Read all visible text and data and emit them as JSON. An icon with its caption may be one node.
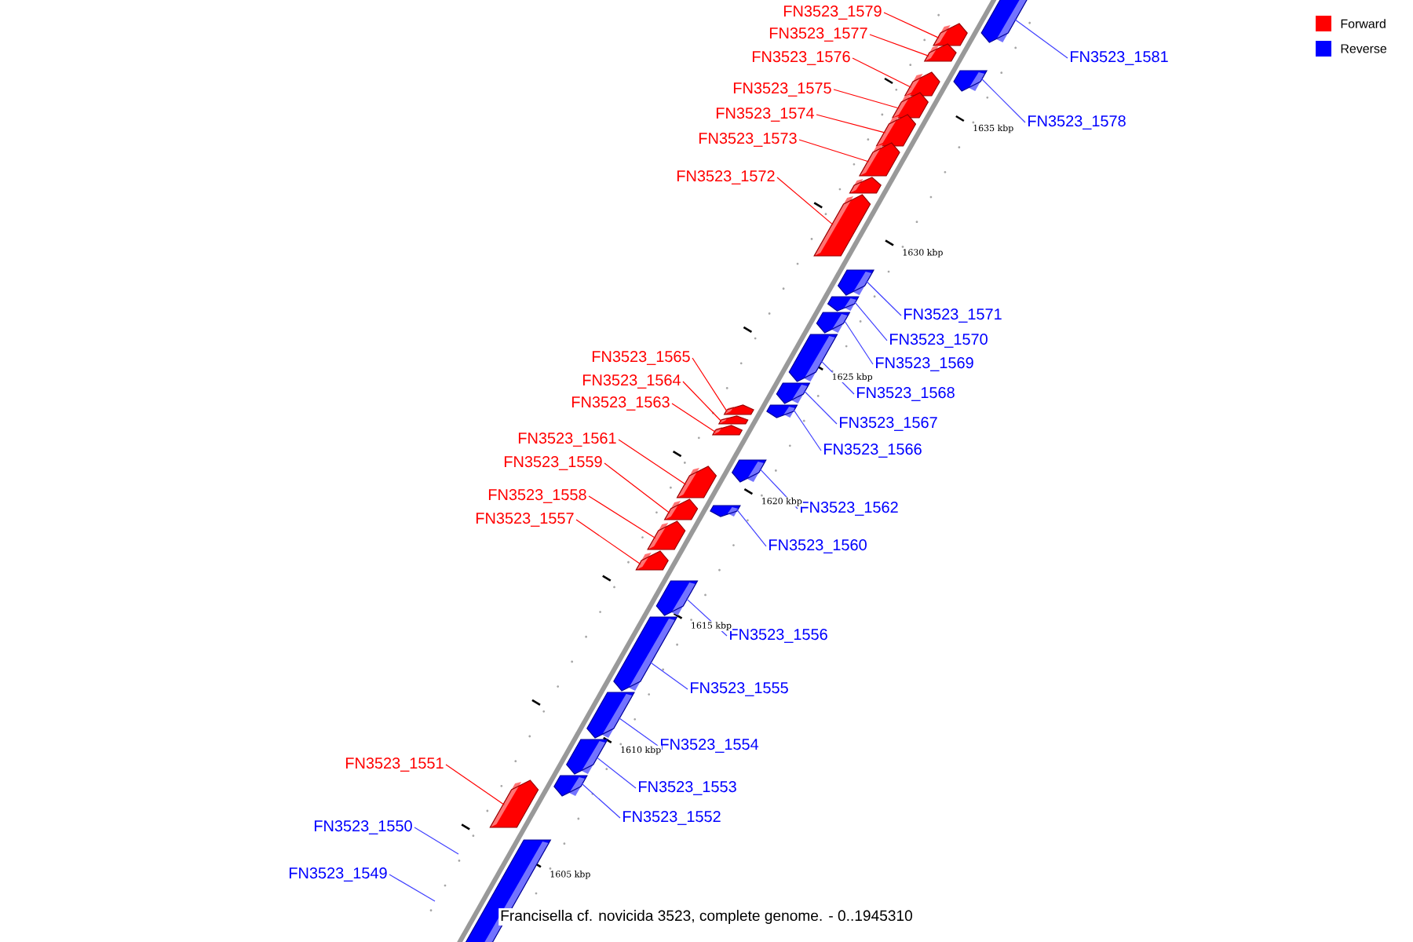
{
  "diagram": {
    "caption": "Francisella cf. novicida 3523, complete genome. - 0..1945310",
    "nodes": [
      {
        "text": [
          "FN3523_1579"
        ]
      },
      {
        "text": [
          "FN3523_1577"
        ]
      },
      {
        "text": [
          "FN3523_1576"
        ]
      },
      {
        "text": [
          "FN3523_1575"
        ]
      },
      {
        "text": [
          "FN3523_1574"
        ]
      },
      {
        "text": [
          "FN3523_1573"
        ]
      },
      {
        "text": [
          "FN3523_1572"
        ]
      },
      {
        "text": [
          "FN3523_1581"
        ]
      },
      {
        "text": [
          "FN3523_1578"
        ]
      },
      {
        "text": [
          "FN3523_1571"
        ]
      },
      {
        "text": [
          "FN3523_1570"
        ]
      },
      {
        "text": [
          "FN3523_1569"
        ]
      },
      {
        "text": [
          "FN3523_1568"
        ]
      },
      {
        "text": [
          "FN3523_1567"
        ]
      },
      {
        "text": [
          "FN3523_1566"
        ]
      },
      {
        "text": [
          "FN3523_1565"
        ]
      },
      {
        "text": [
          "FN3523_1564"
        ]
      },
      {
        "text": [
          "FN3523_1563"
        ]
      },
      {
        "text": [
          "FN3523_1561"
        ]
      },
      {
        "text": [
          "FN3523_1559"
        ]
      },
      {
        "text": [
          "FN3523_1558"
        ]
      },
      {
        "text": [
          "FN3523_1557"
        ]
      },
      {
        "text": [
          "FN3523_1562"
        ]
      },
      {
        "text": [
          "FN3523_1560"
        ]
      },
      {
        "text": [
          "FN3523_1556"
        ]
      },
      {
        "text": [
          "FN3523_1555"
        ]
      },
      {
        "text": [
          "FN3523_1554"
        ]
      },
      {
        "text": [
          "FN3523_1553"
        ]
      },
      {
        "text": [
          "FN3523_1552"
        ]
      },
      {
        "text": [
          "FN3523_1551"
        ]
      },
      {
        "text": [
          "FN3523_1550"
        ]
      },
      {
        "text": [
          "FN3523_1549"
        ]
      },
      {
        "text": [],
        "shape": "box"
      },
      {
        "text": [],
        "shape": "box"
      },
      {
        "text": [],
        "shape": "box"
      },
      {
        "text": [],
        "shape": "box"
      },
      {
        "text": [],
        "shape": "box"
      },
      {
        "text": [],
        "shape": "box"
      },
      {
        "text": [],
        "shape": "box"
      },
      {
        "text": [],
        "shape": "box"
      },
      {
        "text": [],
        "shape": "box"
      },
      {
        "text": [],
        "shape": "box"
      },
      {
        "text": [],
        "shape": "box"
      },
      {
        "text": [],
        "shape": "box"
      },
      {
        "text": [],
        "shape": "box"
      },
      {
        "text": [],
        "shape": "box"
      },
      {
        "text": [],
        "shape": "box"
      },
      {
        "text": [],
        "shape": "box"
      },
      {
        "text": [],
        "shape": "box"
      },
      {
        "text": [],
        "shape": "box"
      },
      {
        "text": [],
        "shape": "box"
      },
      {
        "text": [],
        "shape": "box"
      },
      {
        "text": [],
        "shape": "box"
      },
      {
        "text": [],
        "shape": "box"
      },
      {
        "text": [],
        "shape": "box"
      },
      {
        "text": [],
        "shape": "box"
      },
      {
        "text": [],
        "shape": "box"
      },
      {
        "text": [],
        "shape": "box"
      },
      {
        "text": [],
        "shape": "box"
      },
      {
        "text": [],
        "shape": "box"
      },
      {
        "text": [],
        "shape": "box"
      },
      {
        "text": [],
        "shape": "box"
      },
      {
        "text": [],
        "shape": "box"
      },
      {
        "text": [],
        "shape": "box"
      }
    ],
    "edges": [
      {
        "from": 0,
        "to": 32,
        "arrow": "none",
        "color": "#ff0000"
      },
      {
        "from": 1,
        "to": 33,
        "arrow": "none",
        "color": "#ff0000"
      },
      {
        "from": 2,
        "to": 34,
        "arrow": "none",
        "color": "#ff0000"
      },
      {
        "from": 3,
        "to": 35,
        "arrow": "none",
        "color": "#ff0000"
      },
      {
        "from": 4,
        "to": 36,
        "arrow": "none",
        "color": "#ff0000"
      },
      {
        "from": 5,
        "to": 37,
        "arrow": "none",
        "color": "#ff0000"
      },
      {
        "from": 6,
        "to": 39,
        "arrow": "none",
        "color": "#ff0000"
      },
      {
        "from": 7,
        "to": 40,
        "arrow": "none"
      },
      {
        "from": 8,
        "to": 41,
        "arrow": "none"
      },
      {
        "from": 9,
        "to": 42,
        "arrow": "none"
      },
      {
        "from": 10,
        "to": 43,
        "arrow": "none"
      },
      {
        "from": 11,
        "to": 44,
        "arrow": "none"
      },
      {
        "from": 12,
        "to": 45,
        "arrow": "none"
      },
      {
        "from": 13,
        "to": 46,
        "arrow": "none"
      },
      {
        "from": 14,
        "to": 47,
        "arrow": "none"
      },
      {
        "from": 15,
        "to": 48,
        "arrow": "none",
        "color": "#ff0000"
      },
      {
        "from": 16,
        "to": 49,
        "arrow": "none",
        "color": "#ff0000"
      },
      {
        "from": 17,
        "to": 50,
        "arrow": "none",
        "color": "#ff0000"
      },
      {
        "from": 18,
        "to": 51,
        "arrow": "none",
        "color": "#ff0000"
      },
      {
        "from": 19,
        "to": 52,
        "arrow": "none",
        "color": "#ff0000"
      },
      {
        "from": 20,
        "to": 53,
        "arrow": "none",
        "color": "#ff0000"
      },
      {
        "from": 21,
        "to": 54,
        "arrow": "none",
        "color": "#ff0000"
      },
      {
        "from": 22,
        "to": 55,
        "arrow": "none"
      },
      {
        "from": 23,
        "to": 56,
        "arrow": "none"
      },
      {
        "from": 24,
        "to": 57,
        "arrow": "none"
      },
      {
        "from": 25,
        "to": 58,
        "arrow": "none"
      },
      {
        "from": 26,
        "to": 59,
        "arrow": "none"
      },
      {
        "from": 27,
        "to": 60,
        "arrow": "none"
      },
      {
        "from": 28,
        "to": 61,
        "arrow": "none"
      },
      {
        "from": 29,
        "to": 62,
        "arrow": "none",
        "color": "#ff0000"
      },
      {
        "from": 30,
        "to": null,
        "arrow": "none"
      },
      {
        "from": 31,
        "to": null,
        "arrow": "none"
      }
    ],
    "labels": [
      "1635 kbp",
      "1630 kbp",
      "1625 kbp",
      "1620 kbp",
      "1615 kbp",
      "1610 kbp",
      "1605 kbp"
    ],
    "legend": [
      {
        "text": "Forward",
        "color": "#ff0000"
      },
      {
        "text": "Reverse",
        "color": "#0000ff"
      }
    ]
  }
}
